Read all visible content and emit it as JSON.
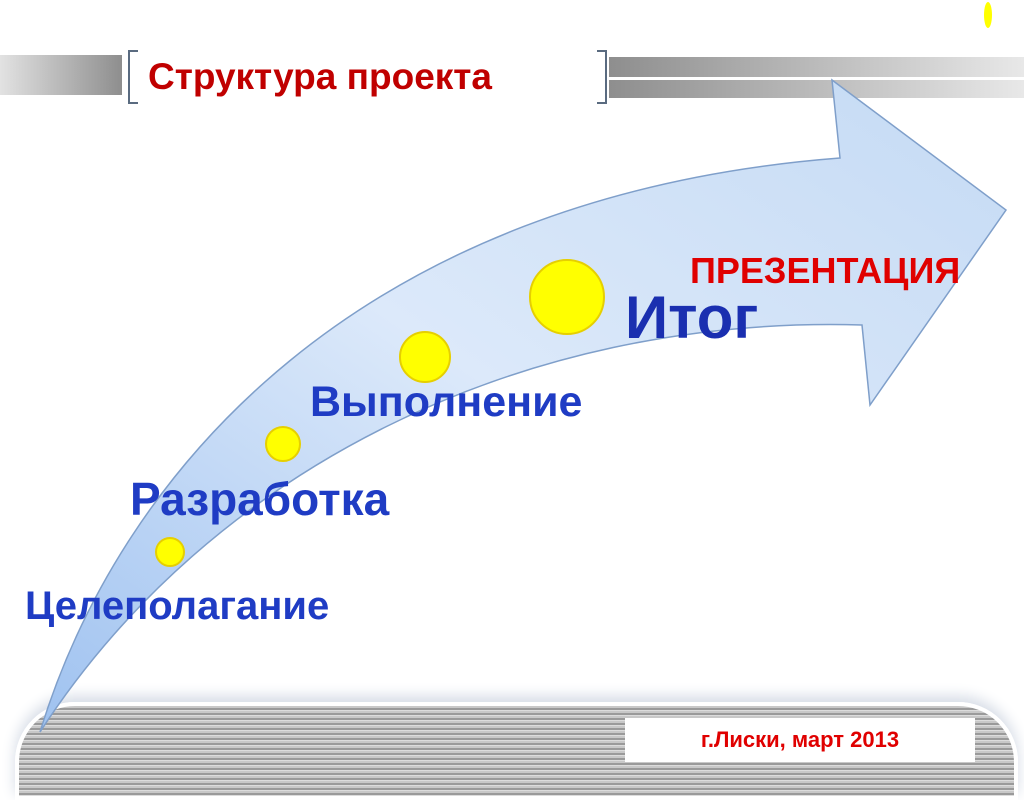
{
  "header": {
    "title": "Структура проекта"
  },
  "stages": [
    {
      "label": "Целеполагание"
    },
    {
      "label": "Разработка"
    },
    {
      "label": "Выполнение"
    },
    {
      "label": "Итог"
    }
  ],
  "result_label": "ПРЕЗЕНТАЦИЯ",
  "footer": {
    "place_date": "г.Лиски, март  2013"
  },
  "colors": {
    "title": "#c00000",
    "stage_text": "#1f3cc4",
    "accent_red": "#e00000",
    "dot": "#ffff00",
    "arrow": "#c4daf4"
  }
}
